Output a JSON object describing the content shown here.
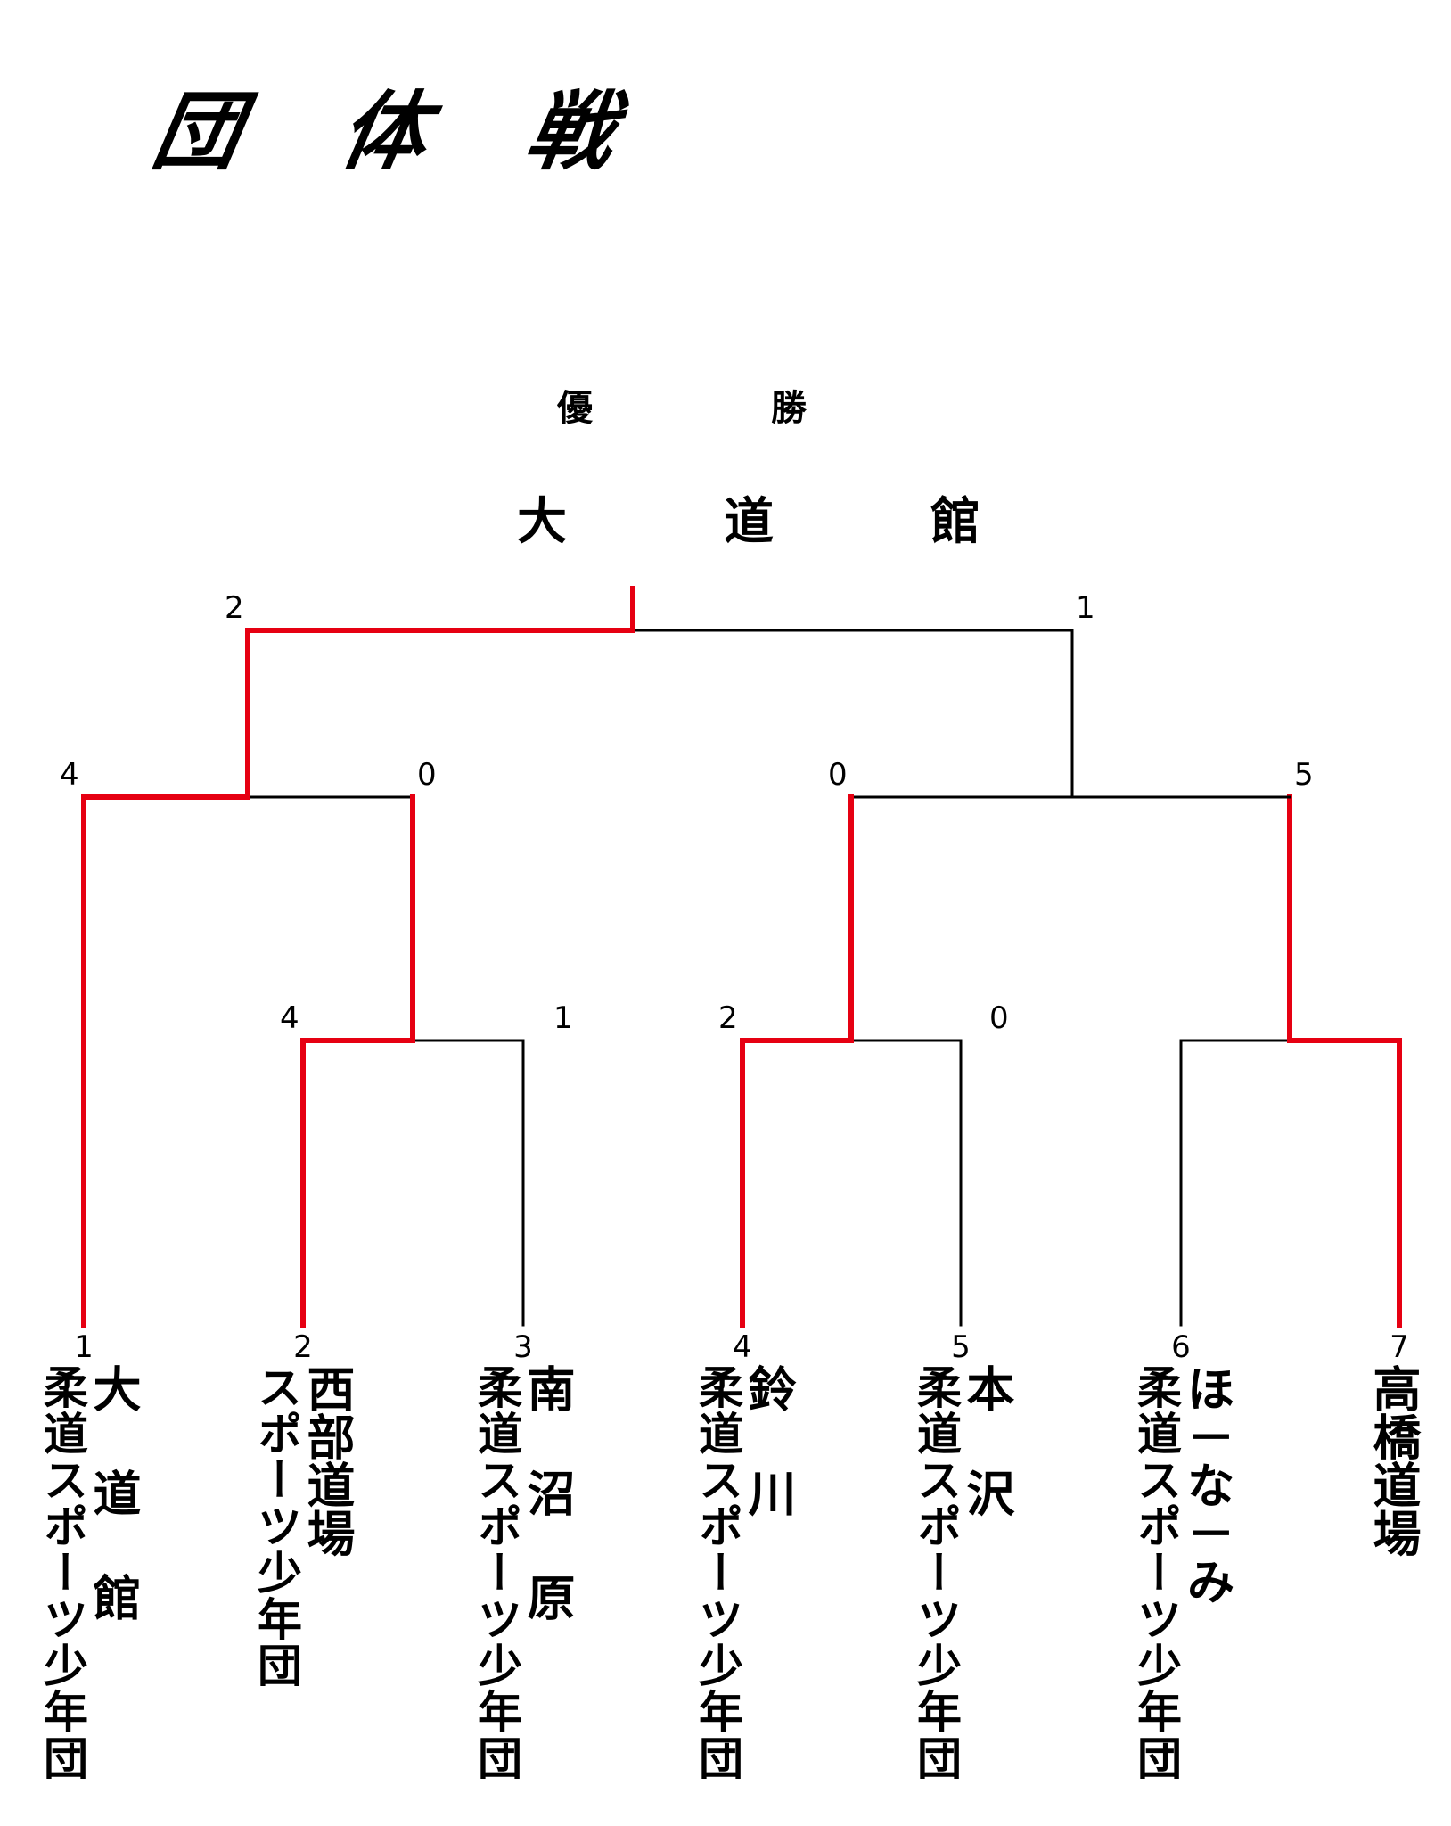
{
  "title": "団 体 戦",
  "champion_label": "優　勝",
  "champion_name": "大　道　館",
  "colors": {
    "winner": "#e60012",
    "line": "#000000"
  },
  "seeds": [
    "1",
    "2",
    "3",
    "4",
    "5",
    "6",
    "7"
  ],
  "teams": [
    {
      "main": "大 道 館",
      "sub": "柔道スポーツ少年団"
    },
    {
      "main": "西部道場",
      "sub": "スポーツ少年団"
    },
    {
      "main": "南 沼 原",
      "sub": "柔道スポーツ少年団"
    },
    {
      "main": "鈴 川",
      "sub": "柔道スポーツ少年団"
    },
    {
      "main": "本 沢",
      "sub": "柔道スポーツ少年団"
    },
    {
      "main": "ほ－な－み",
      "sub": "柔道スポーツ少年団"
    },
    {
      "main": "高橋道場",
      "sub": ""
    }
  ],
  "scores": {
    "r1_m1_left": "4",
    "r1_m1_right": "1",
    "r1_m2_left": "2",
    "r1_m2_right": "0",
    "r1_m3_left": "",
    "r1_m3_right": "",
    "r2_m1_left": "4",
    "r2_m1_right": "0",
    "r2_m2_left": "0",
    "r2_m2_right": "5",
    "final_left": "2",
    "final_right": "1"
  }
}
